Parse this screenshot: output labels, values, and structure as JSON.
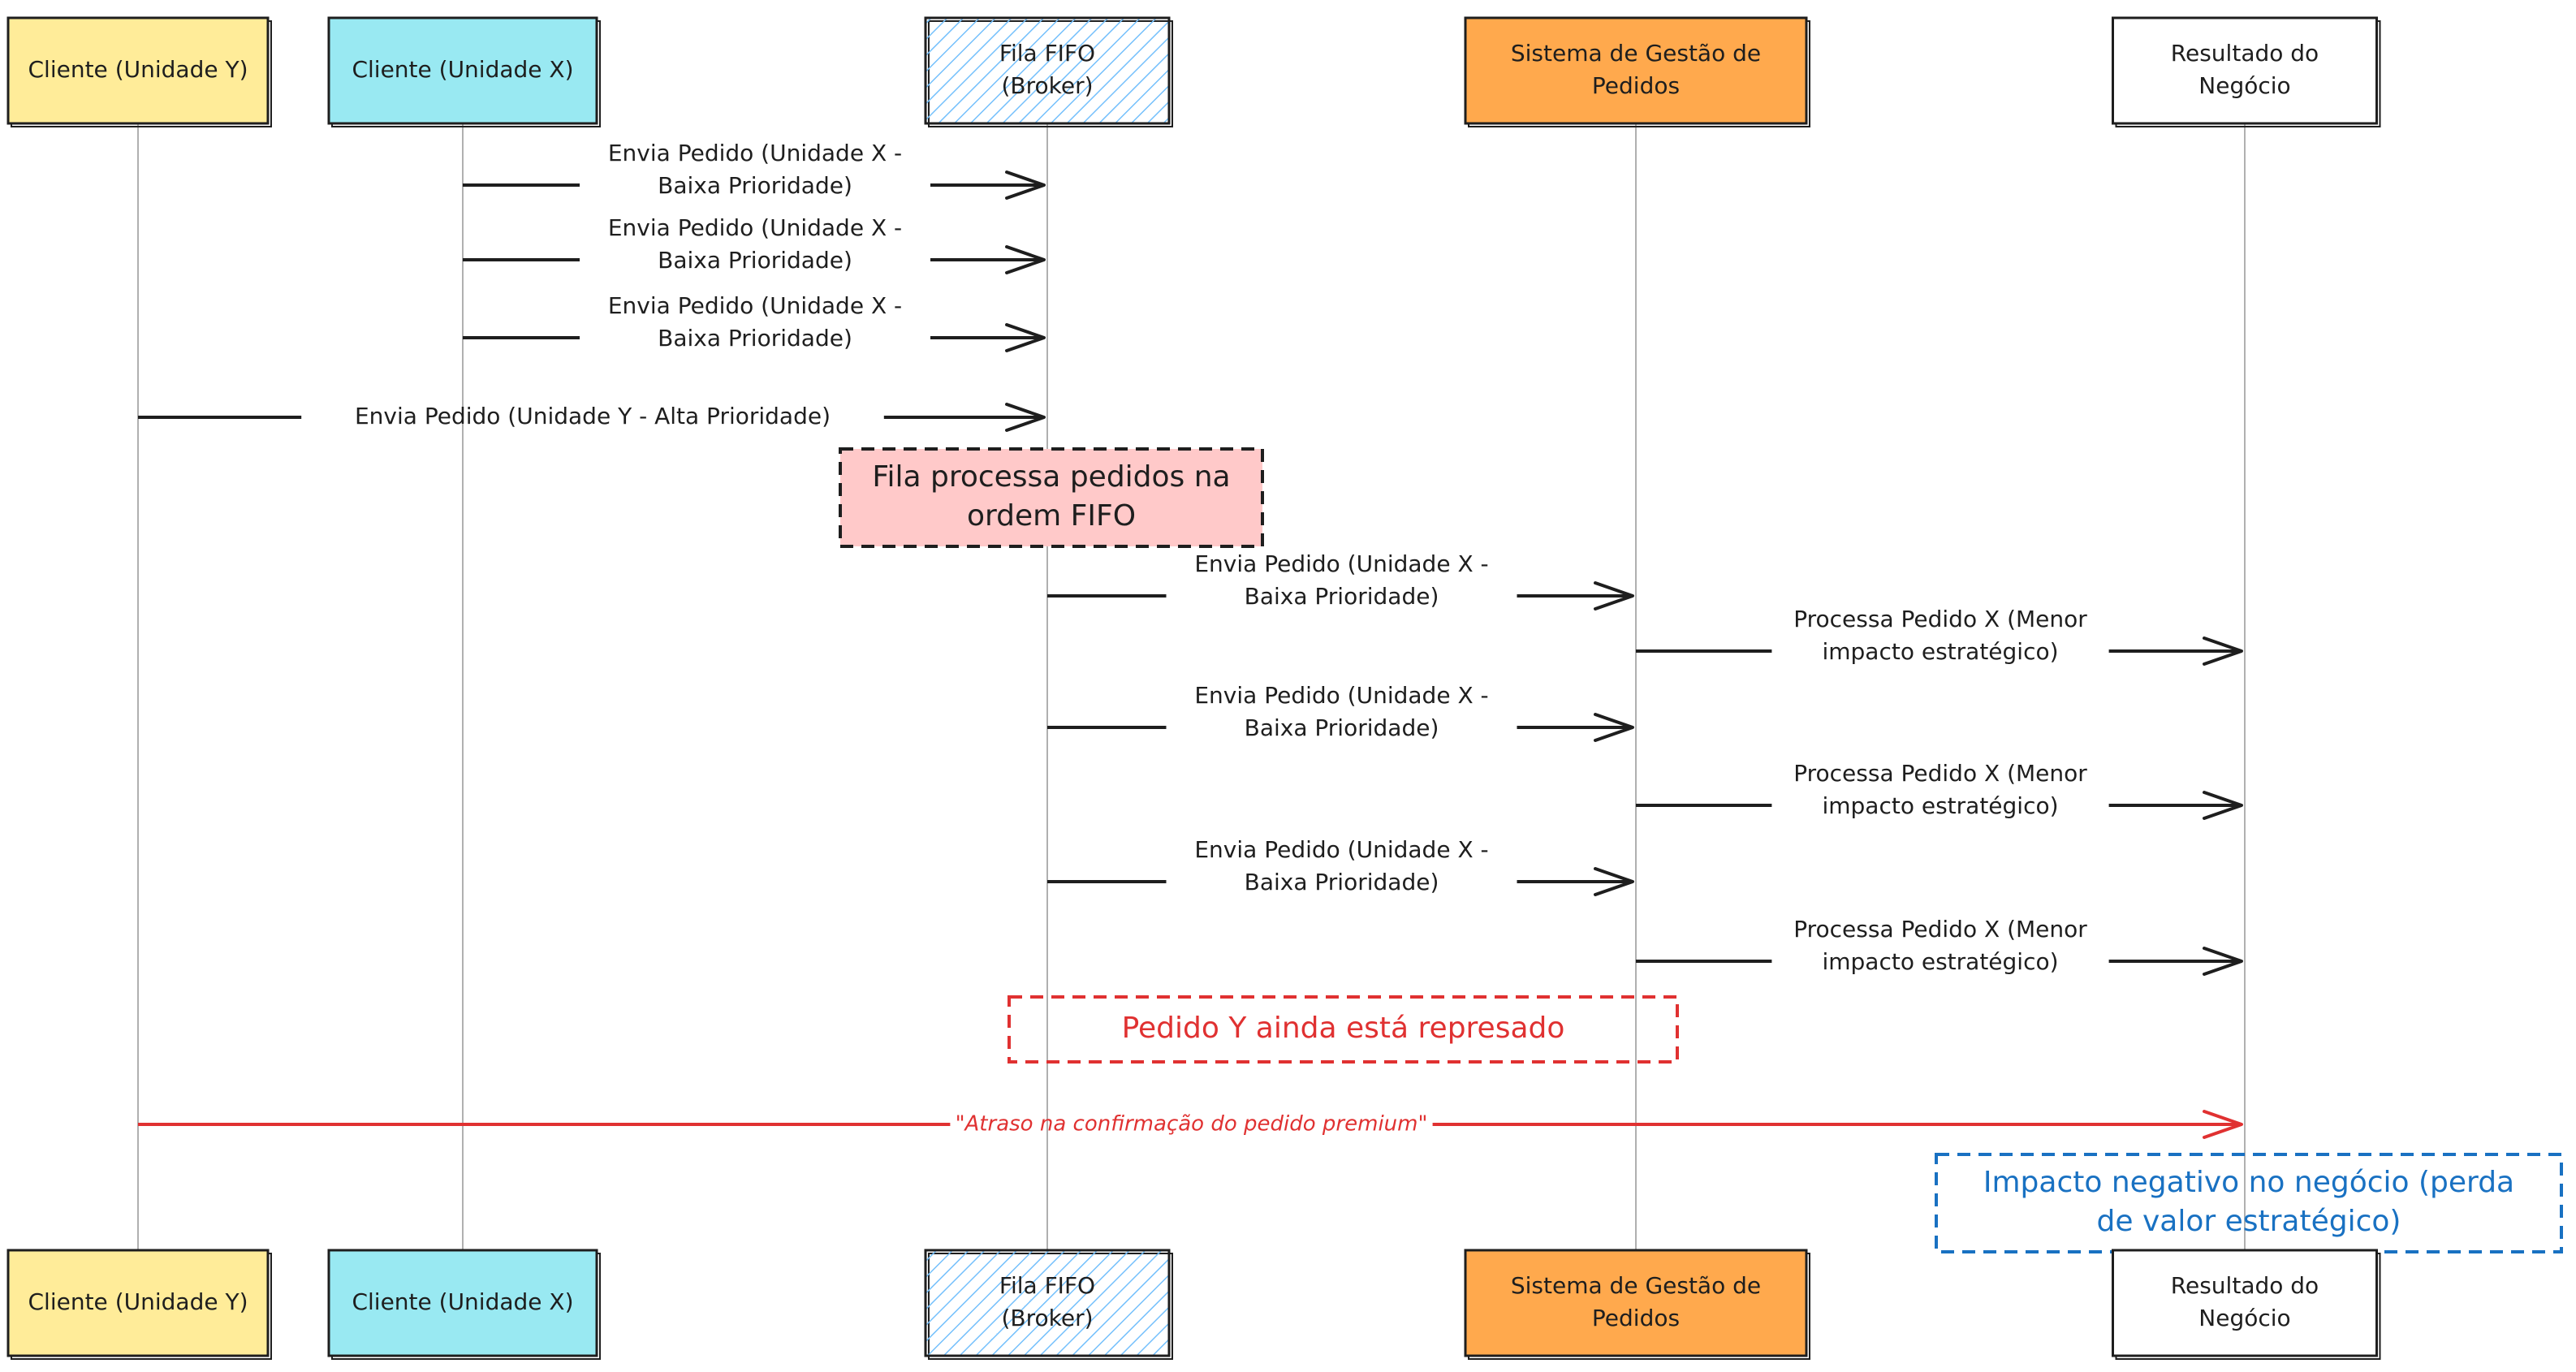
{
  "participants": [
    {
      "id": "cy",
      "label": "Cliente (Unidade Y)",
      "fill": "#ffec99",
      "style": "solid"
    },
    {
      "id": "cx",
      "label": "Cliente (Unidade X)",
      "fill": "#99e9f2",
      "style": "solid"
    },
    {
      "id": "fifo",
      "label": "Fila FIFO\n(Broker)",
      "fill": "#a5d8ff",
      "style": "hatch"
    },
    {
      "id": "sgp",
      "label": "Sistema de Gestão de\nPedidos",
      "fill": "#ffa94d",
      "style": "solid"
    },
    {
      "id": "res",
      "label": "Resultado do\nNegócio",
      "fill": "#ffffff",
      "style": "solid"
    }
  ],
  "messages": [
    {
      "from": "cx",
      "to": "fifo",
      "label": "Envia Pedido (Unidade X -\nBaixa Prioridade)",
      "color": "#1e1e1e"
    },
    {
      "from": "cx",
      "to": "fifo",
      "label": "Envia Pedido (Unidade X -\nBaixa Prioridade)",
      "color": "#1e1e1e"
    },
    {
      "from": "cx",
      "to": "fifo",
      "label": "Envia Pedido (Unidade X -\nBaixa Prioridade)",
      "color": "#1e1e1e"
    },
    {
      "from": "cy",
      "to": "fifo",
      "label": "Envia Pedido (Unidade Y - Alta Prioridade)",
      "color": "#1e1e1e"
    },
    {
      "from": "fifo",
      "to": "sgp",
      "label": "Envia Pedido (Unidade X -\nBaixa Prioridade)",
      "color": "#1e1e1e"
    },
    {
      "from": "sgp",
      "to": "res",
      "label": "Processa Pedido X (Menor\nimpacto estratégico)",
      "color": "#1e1e1e"
    },
    {
      "from": "fifo",
      "to": "sgp",
      "label": "Envia Pedido (Unidade X -\nBaixa Prioridade)",
      "color": "#1e1e1e"
    },
    {
      "from": "sgp",
      "to": "res",
      "label": "Processa Pedido X (Menor\nimpacto estratégico)",
      "color": "#1e1e1e"
    },
    {
      "from": "fifo",
      "to": "sgp",
      "label": "Envia Pedido (Unidade X -\nBaixa Prioridade)",
      "color": "#1e1e1e"
    },
    {
      "from": "sgp",
      "to": "res",
      "label": "Processa Pedido X (Menor\nimpacto estratégico)",
      "color": "#1e1e1e"
    },
    {
      "from": "cy",
      "to": "res",
      "label": "\"Atraso na confirmação do pedido premium\"",
      "color": "#e03131"
    }
  ],
  "notes": [
    {
      "label": "Fila processa pedidos na\nordem FIFO",
      "fill": "#ffc9c9",
      "stroke": "#1e1e1e",
      "text_color": "#1e1e1e"
    },
    {
      "label": "Pedido Y ainda está represado",
      "fill": "none",
      "stroke": "#e03131",
      "text_color": "#e03131"
    },
    {
      "label": "Impacto negativo no negócio (perda\nde valor estratégico)",
      "fill": "none",
      "stroke": "#1971c2",
      "text_color": "#1971c2"
    }
  ]
}
